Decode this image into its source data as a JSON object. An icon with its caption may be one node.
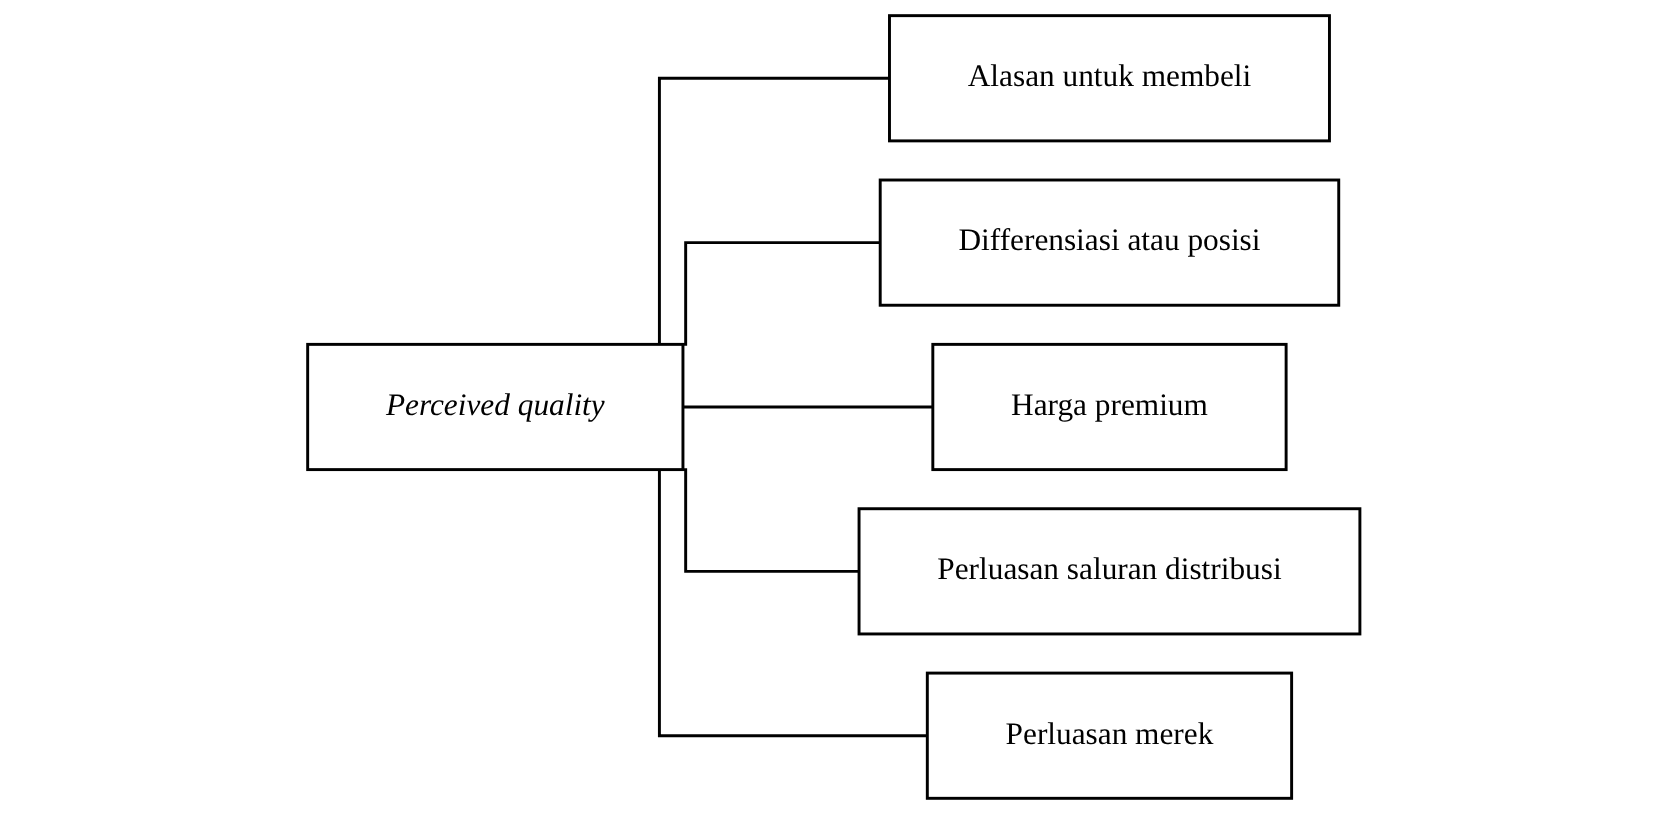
{
  "diagram": {
    "nodes": [
      {
        "text": [
          "Perceived quality"
        ]
      },
      {
        "text": [
          "Alasan untuk membeli"
        ]
      },
      {
        "text": [
          "Differensiasi atau posisi"
        ]
      },
      {
        "text": [
          "Harga premium"
        ]
      },
      {
        "text": [
          "Perluasan saluran distribusi"
        ]
      },
      {
        "text": [
          "Perluasan merek"
        ]
      }
    ],
    "edges": [
      {
        "from": 0,
        "to": 1,
        "arrow": "none"
      },
      {
        "from": 0,
        "to": 2,
        "arrow": "none"
      },
      {
        "from": 0,
        "to": 3,
        "arrow": "none"
      },
      {
        "from": 0,
        "to": 4,
        "arrow": "none"
      },
      {
        "from": 0,
        "to": 5,
        "arrow": "none"
      }
    ]
  }
}
